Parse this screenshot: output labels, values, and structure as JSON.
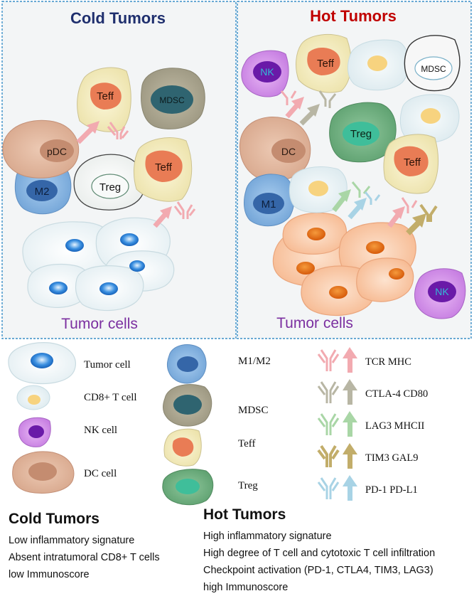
{
  "panels": {
    "cold": {
      "title": "Cold Tumors",
      "tumor_label": "Tumor cells",
      "cells": {
        "teff_1": "Teff",
        "mdsc": "MDSC",
        "pdc": "pDC",
        "m2": "M2",
        "treg": "Treg",
        "teff_2": "Teff"
      }
    },
    "hot": {
      "title": "Hot Tumors",
      "tumor_label": "Tumor cells",
      "cells": {
        "nk_1": "NK",
        "teff_1": "Teff",
        "mdsc": "MDSC",
        "treg": "Treg",
        "dc": "DC",
        "teff_2": "Teff",
        "m1": "M1",
        "nk_2": "NK"
      }
    }
  },
  "legend": {
    "cells": [
      {
        "label": "Tumor cell"
      },
      {
        "label": "CD8+ T cell"
      },
      {
        "label": "NK cell"
      },
      {
        "label": "DC cell"
      },
      {
        "label": "M1/M2"
      },
      {
        "label": "MDSC"
      },
      {
        "label": "Teff"
      },
      {
        "label": "Treg"
      }
    ],
    "pairs": [
      {
        "label": "TCR   MHC",
        "color": "#f2aab0"
      },
      {
        "label": "CTLA-4  CD80",
        "color": "#b8b6a4"
      },
      {
        "label": "LAG3   MHCII",
        "color": "#a9d6a6"
      },
      {
        "label": "TIM3  GAL9",
        "color": "#c2ad6a"
      },
      {
        "label": "PD-1  PD-L1",
        "color": "#a8d3e5"
      }
    ]
  },
  "summary": {
    "cold": {
      "title": "Cold Tumors",
      "lines": [
        "Low inflammatory signature",
        "Absent intratumoral CD8+ T cells",
        "low Immunoscore"
      ]
    },
    "hot": {
      "title": "Hot Tumors",
      "lines": [
        "High inflammatory signature",
        "High degree of T cell and cytotoxic T cell infiltration",
        "Checkpoint activation (PD-1, CTLA4, TIM3, LAG3)",
        "high Immunoscore"
      ]
    }
  },
  "colors": {
    "cold_title": "#1f2f6e",
    "hot_title": "#c00000",
    "tumor_label": "#7b2fa0",
    "panel_border": "#3a8fc7"
  }
}
